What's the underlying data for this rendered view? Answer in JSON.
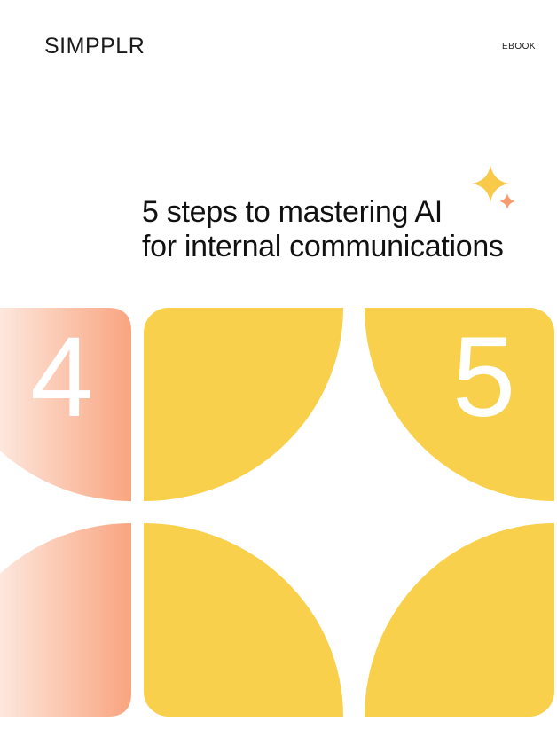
{
  "brand": {
    "logo_text": "SIMPPLR"
  },
  "header": {
    "tag": "EBOOK"
  },
  "cover": {
    "title_line1": "5 steps to mastering AI",
    "title_line2": "for internal communications",
    "step_numbers": [
      "4",
      "5"
    ]
  },
  "colors": {
    "yellow": "#F9D04B",
    "peach_light": "#FDE7DD",
    "peach_dark": "#F9A47F",
    "sparkle_orange": "#F79A6E"
  }
}
